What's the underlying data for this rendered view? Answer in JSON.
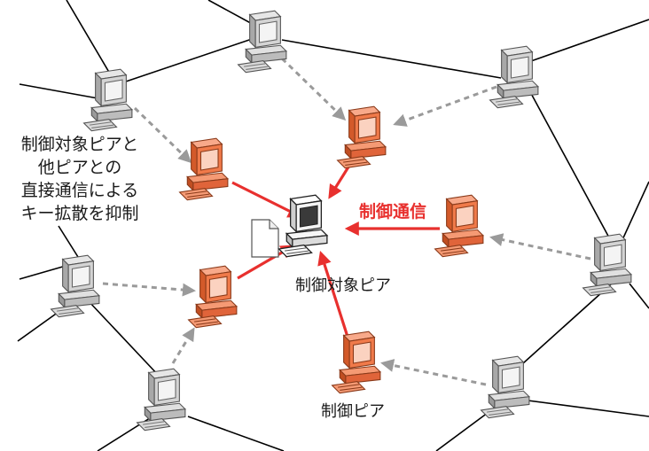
{
  "labels": {
    "left_annotation": [
      "制御対象ピアと",
      "他ピアとの",
      "直接通信による",
      "キー拡散を抑制"
    ],
    "target_peer": "制御対象ピア",
    "control_peer": "制御ピア",
    "control_comm": "制御通信"
  },
  "colors": {
    "network_line": "#000000",
    "dashed_arrow": "#9a9a9a",
    "control_arrow": "#e8302e",
    "peer_gray": "#c9c9c9",
    "peer_orange": "#f07a4a",
    "control_text": "#e8302e"
  },
  "icons": {
    "peer": "computer-icon",
    "key_file": "document-icon"
  }
}
